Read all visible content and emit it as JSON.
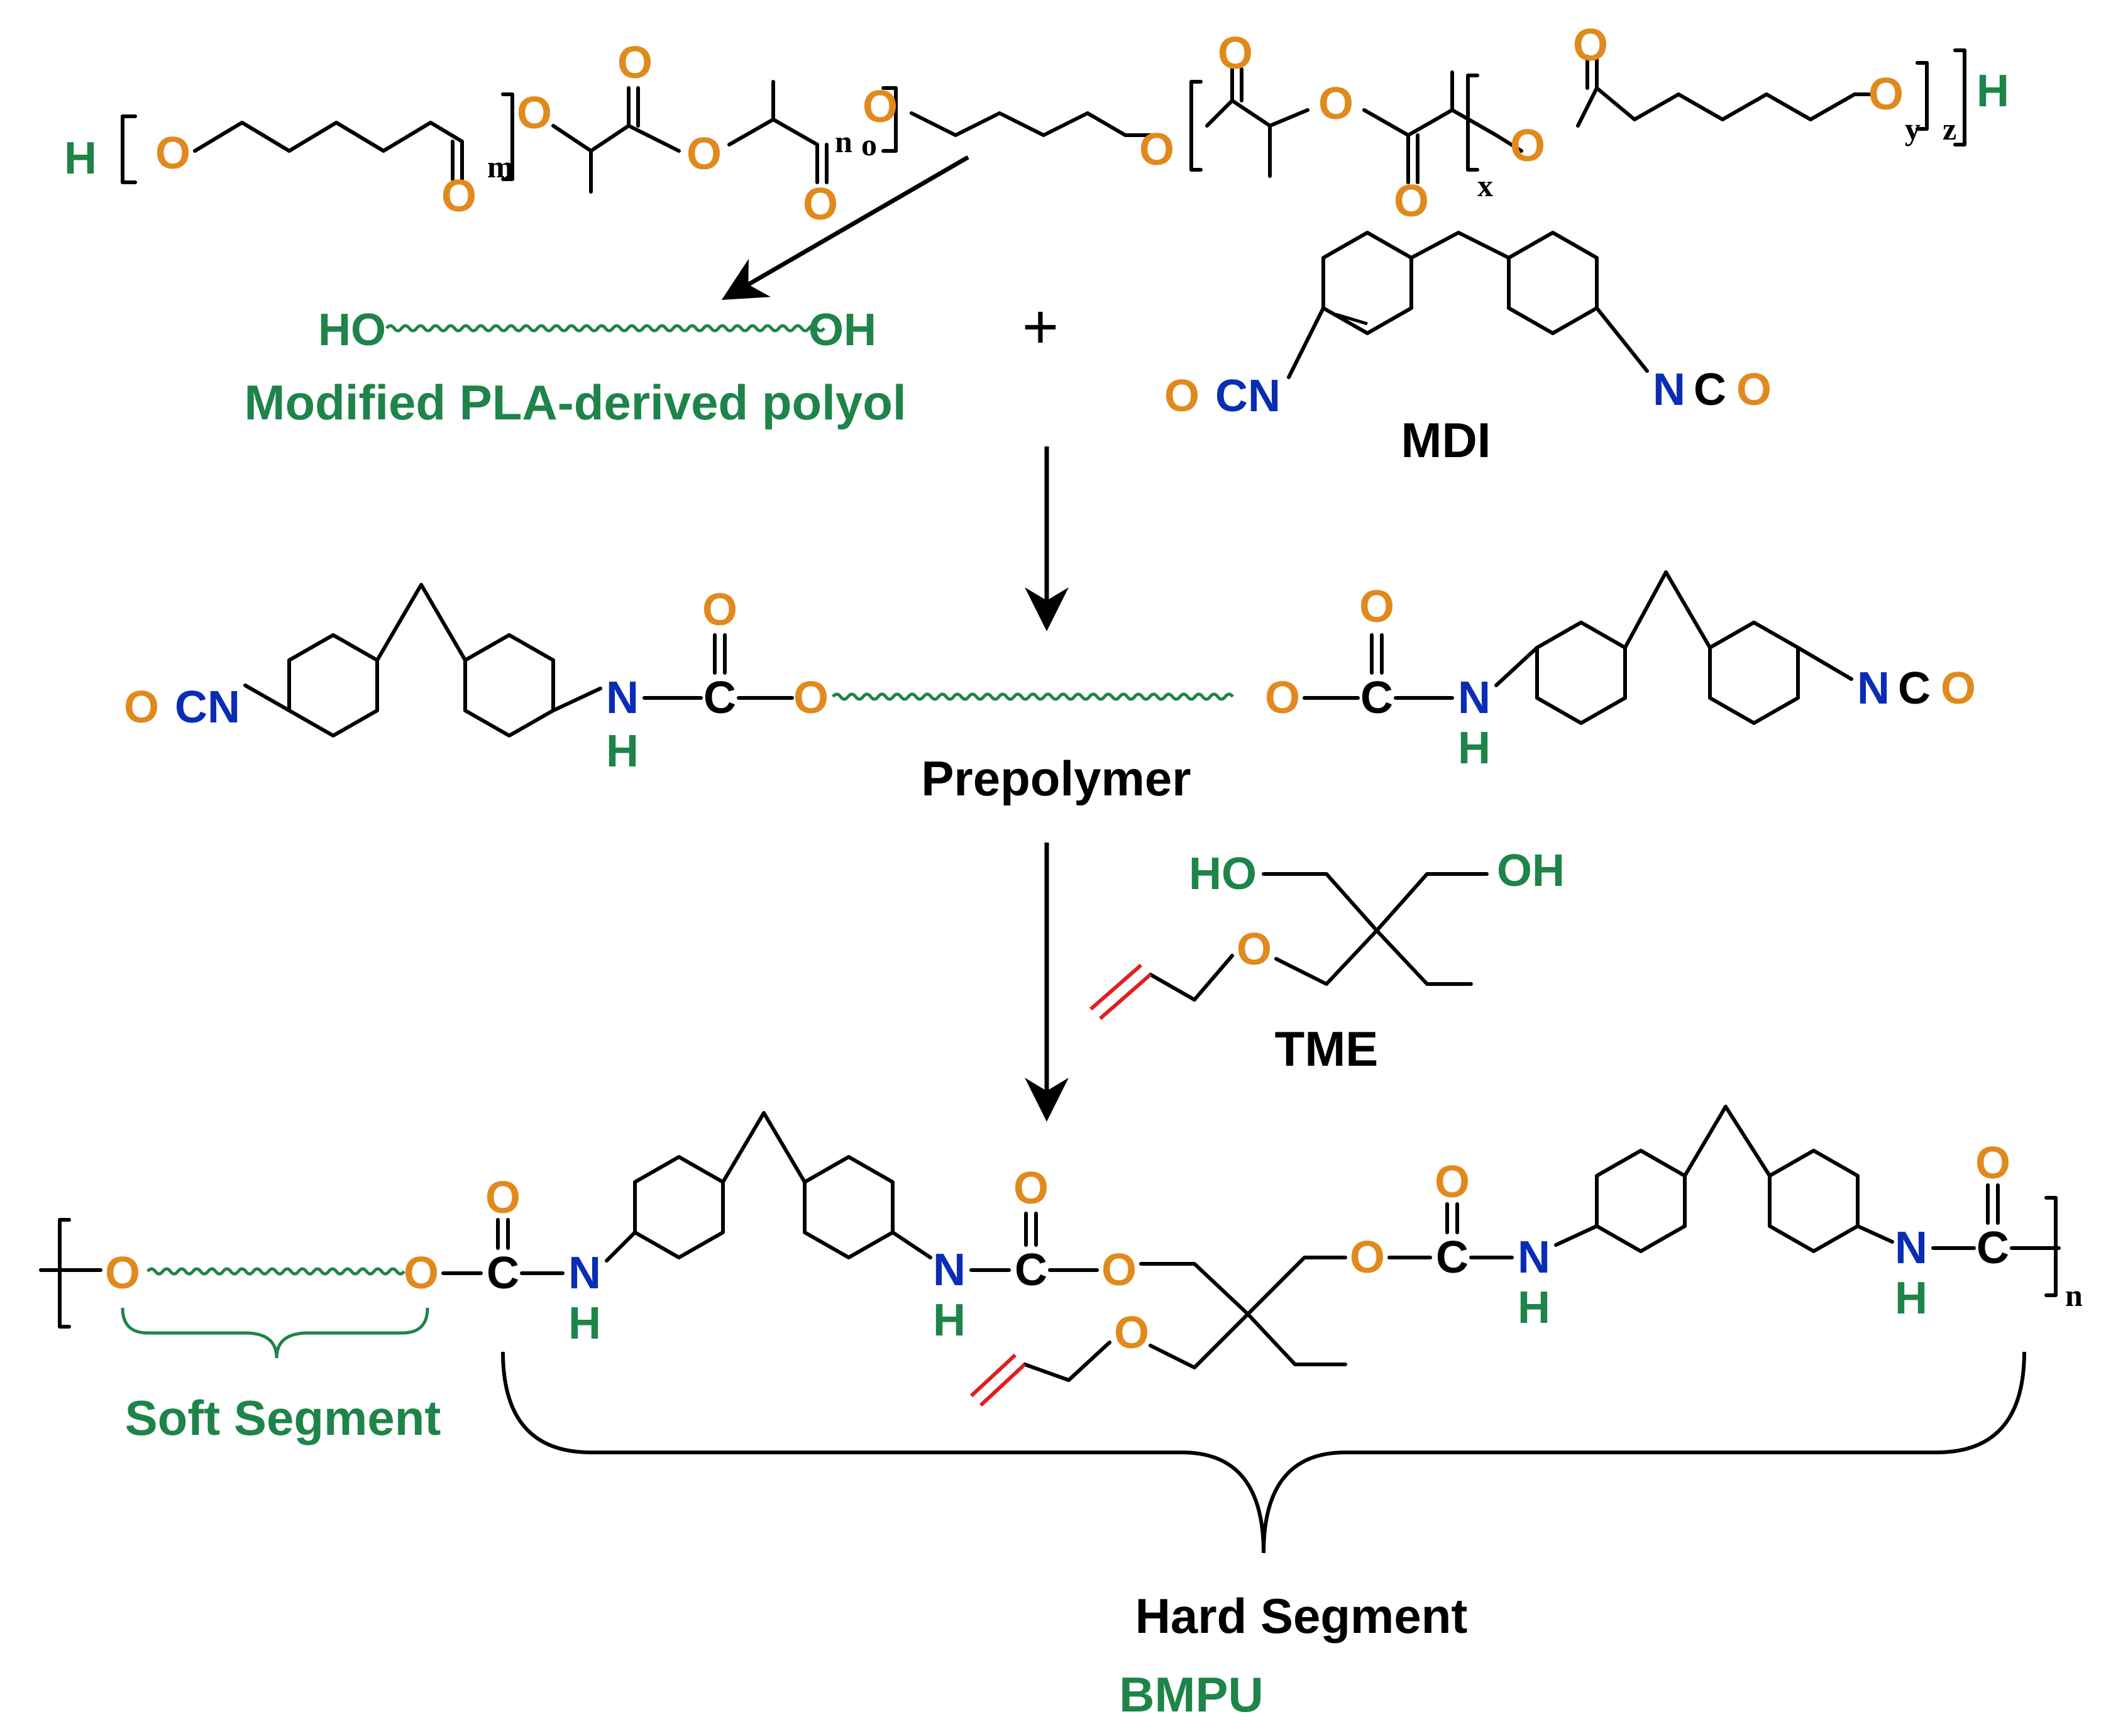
{
  "colors": {
    "oxygen": "#e08a1e",
    "hydrogen": "#1e8449",
    "nitrogen": "#0a2db4",
    "carbon": "#000000",
    "vinyl": "#e01f1f",
    "label_green": "#1e8449",
    "label_black": "#000000"
  },
  "atoms": {
    "O": "O",
    "H": "H",
    "N": "N",
    "C": "C"
  },
  "top_polymer": {
    "subscripts": {
      "m": "m",
      "n": "n",
      "o": "o",
      "x": "x",
      "y": "y",
      "z": "z"
    }
  },
  "polyol": {
    "left_end": "HO",
    "right_end": "OH",
    "name": "Modified PLA-derived polyol"
  },
  "plus_sign": "+",
  "mdi": {
    "name": "MDI",
    "left_group": [
      "O",
      "CN"
    ],
    "right_group": [
      "N",
      "C",
      "O"
    ]
  },
  "prepolymer": {
    "name": "Prepolymer"
  },
  "tme": {
    "name": "TME",
    "left_end": "HO",
    "right_end": "OH"
  },
  "bmpu": {
    "repeat_subscript": "n",
    "soft_segment_label": "Soft Segment",
    "hard_segment_label": "Hard Segment",
    "name": "BMPU"
  }
}
